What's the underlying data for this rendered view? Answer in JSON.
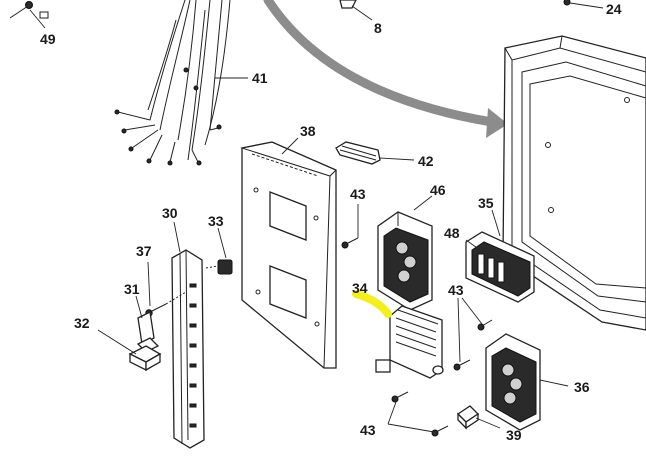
{
  "diagram": {
    "labels": {
      "p49": "49",
      "p8": "8",
      "p24": "24",
      "p41": "41",
      "p38": "38",
      "p42": "42",
      "p43a": "43",
      "p46": "46",
      "p35": "35",
      "p30": "30",
      "p33": "33",
      "p37": "37",
      "p31": "31",
      "p48": "48",
      "p34": "34",
      "p43b": "43",
      "p32": "32",
      "p36": "36",
      "p43c": "43",
      "p39": "39"
    },
    "highlight_color": "#f2ef1a",
    "arrow_color": "#8c8c8c"
  }
}
